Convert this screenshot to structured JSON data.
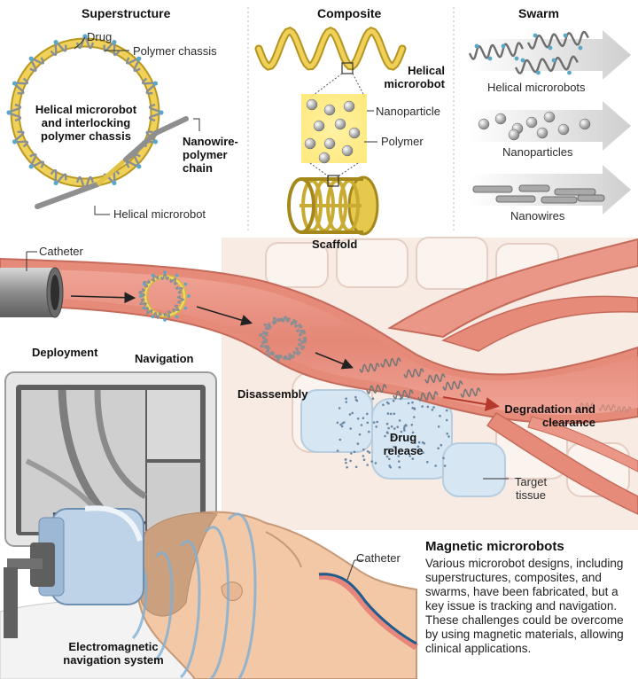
{
  "panels": {
    "superstructure": {
      "title": "Superstructure",
      "labels": {
        "drug": "Drug",
        "polymer_chassis": "Polymer chassis",
        "center": "Helical microrobot\nand interlocking\npolymer chassis",
        "nanowire_chain": "Nanowire-\npolymer\nchain",
        "helical_microrobot": "Helical microrobot"
      }
    },
    "composite": {
      "title": "Composite",
      "labels": {
        "helical_microrobot": "Helical\nmicrorobot",
        "nanoparticle": "Nanoparticle",
        "polymer": "Polymer",
        "scaffold": "Scaffold"
      }
    },
    "swarm": {
      "title": "Swarm",
      "labels": {
        "helical_microrobots": "Helical microrobots",
        "nanoparticles": "Nanoparticles",
        "nanowires": "Nanowires"
      }
    }
  },
  "process": {
    "catheter": "Catheter",
    "deployment": "Deployment",
    "navigation": "Navigation",
    "disassembly": "Disassembly",
    "degradation": "Degradation and\nclearance",
    "drug_release": "Drug\nrelease",
    "target_tissue": "Target\ntissue"
  },
  "bottom": {
    "catheter": "Catheter",
    "system_label": "Electromagnetic\nnavigation system",
    "info_title": "Magnetic microrobots",
    "info_body": "Various microrobot designs, including superstructures, composites, and swarms, have been fabricated, but a key issue is tracking and navigation. These challenges could be overcome by using magnetic materials, allowing clinical applications."
  },
  "colors": {
    "polymer_gold": "#e8c84a",
    "vessel": "#e9968a",
    "vessel_light": "#f6c9bd",
    "tissue_blue": "#cfe0ee",
    "robot_grey": "#8a8f96",
    "drug_blue": "#5aa7c8",
    "arrow_grey": "#d9d9d9"
  }
}
